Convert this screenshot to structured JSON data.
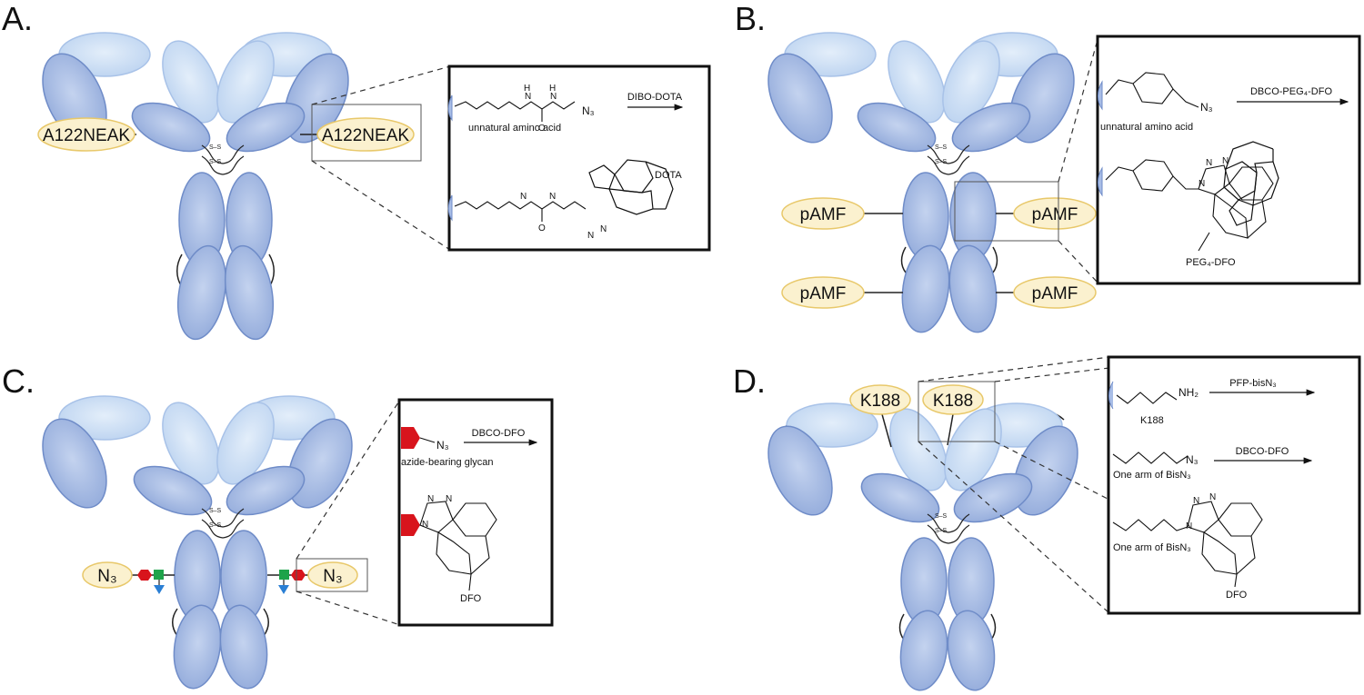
{
  "panels": [
    {
      "label": "A.",
      "tag": "A122NEAK",
      "top_label": "unnatural amino acid",
      "reagent": "DIBO-DOTA",
      "product": "DOTA"
    },
    {
      "label": "B.",
      "tag": "pAMF",
      "top_label": "unnatural amino acid",
      "reagent": "DBCO-PEG₄-DFO",
      "product": "PEG₄-DFO"
    },
    {
      "label": "C.",
      "tag": "N₃",
      "top_label": "azide-bearing glycan",
      "reagent": "DBCO-DFO",
      "product": "DFO"
    },
    {
      "label": "D.",
      "tag": "K188",
      "top_label": "K188",
      "reagent_1": "PFP-bisN₃",
      "middle_label": "One arm of BisN₃",
      "reagent_2": "DBCO-DFO",
      "bottom_label": "One arm of BisN₃",
      "product": "DFO"
    }
  ],
  "chem": {
    "azide": "N₃",
    "amine": "NH₂",
    "disulfide": "S–S",
    "n": "N",
    "h": "H",
    "o": "O"
  },
  "colors": {
    "domain_dark": "#8fa8d8",
    "domain_light": "#c9dcf3",
    "tag_fill": "#fbf1cf",
    "tag_stroke": "#e8c86a",
    "glycan_red": "#d8141c",
    "glycan_green": "#1ea34a",
    "glycan_blue": "#2a7fd4"
  }
}
